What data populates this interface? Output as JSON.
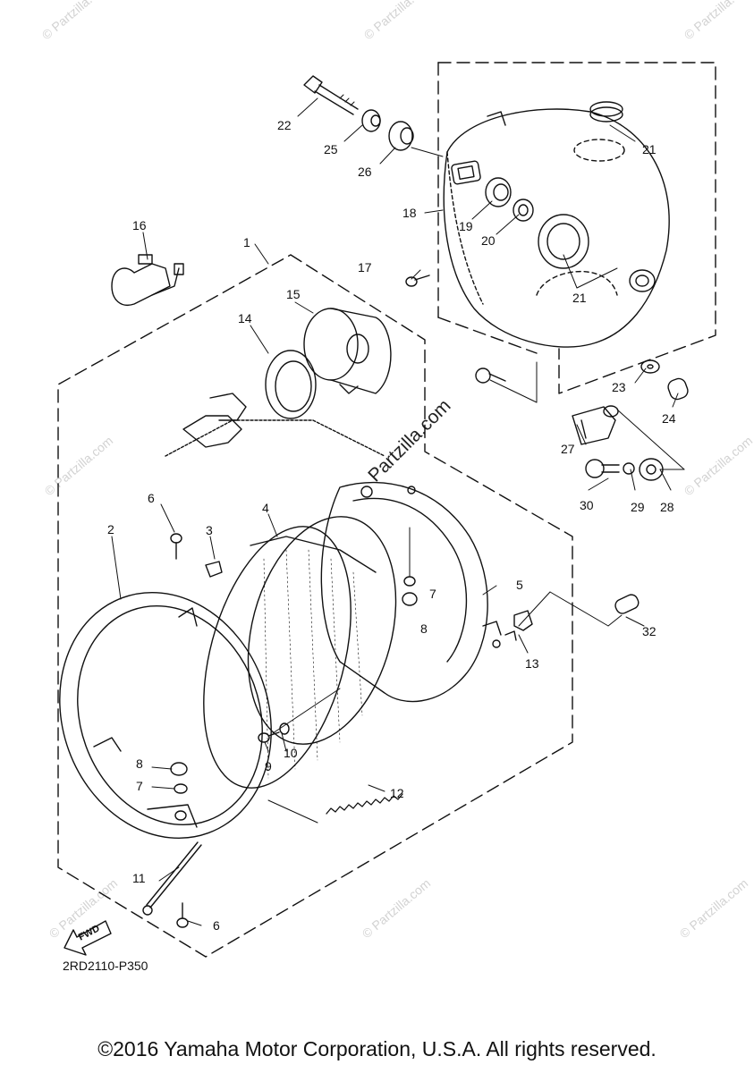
{
  "diagram": {
    "code": "2RD2110-P350",
    "copyright": "©2016 Yamaha Motor Corporation, U.S.A. All rights reserved.",
    "fwd_label": "FWD",
    "watermark": "© Partzilla.com",
    "center_watermark": "Partzilla.com",
    "callouts": [
      "1",
      "2",
      "3",
      "4",
      "5",
      "6",
      "6",
      "7",
      "7",
      "8",
      "8",
      "9",
      "10",
      "11",
      "12",
      "13",
      "14",
      "15",
      "16",
      "17",
      "18",
      "19",
      "20",
      "21",
      "21",
      "22",
      "23",
      "24",
      "25",
      "26",
      "27",
      "28",
      "29",
      "30",
      "32"
    ]
  }
}
